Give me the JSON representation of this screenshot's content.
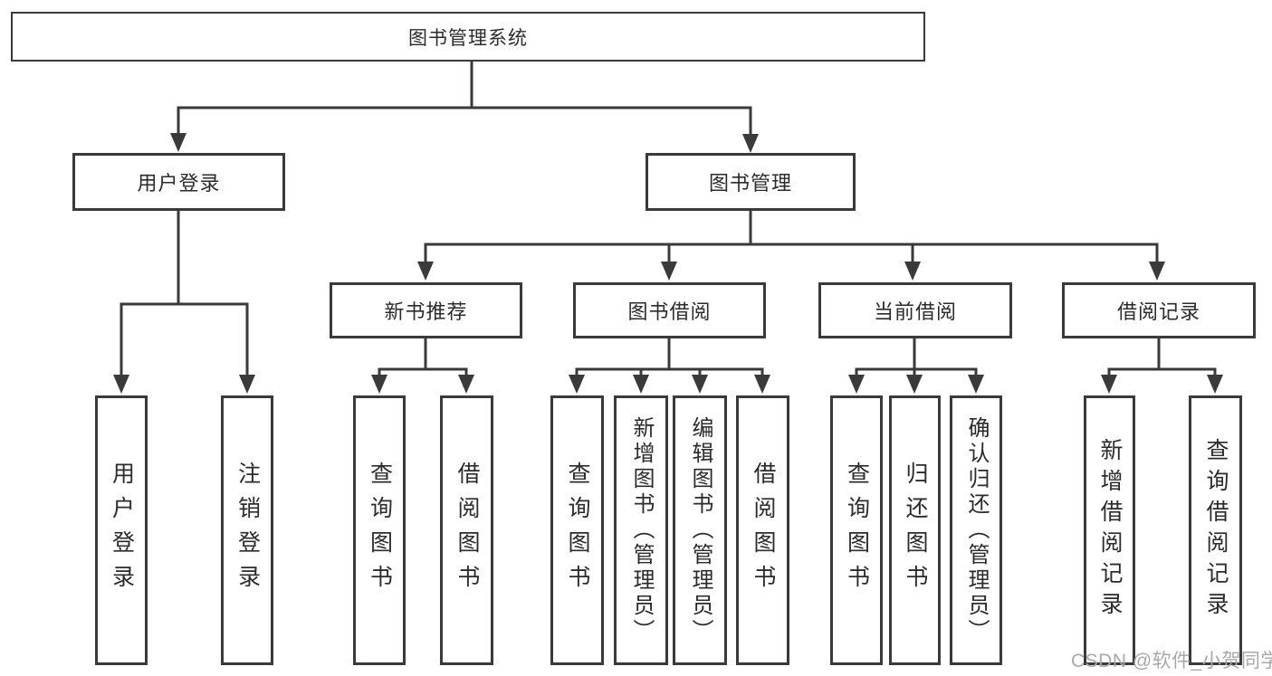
{
  "diagram": {
    "root": {
      "label": "图书管理系统"
    },
    "level2": {
      "user_login": {
        "label": "用户登录"
      },
      "book_mgmt": {
        "label": "图书管理"
      }
    },
    "level3": {
      "new_book_rec": {
        "label": "新书推荐"
      },
      "book_borrow": {
        "label": "图书借阅"
      },
      "current_borrow": {
        "label": "当前借阅"
      },
      "borrow_record": {
        "label": "借阅记录"
      }
    },
    "level4": {
      "user_login_children": {
        "login": {
          "label": "用户登录"
        },
        "logout": {
          "label": "注销登录"
        }
      },
      "new_book_rec_children": {
        "query": {
          "label": "查询图书"
        },
        "borrow": {
          "label": "借阅图书"
        }
      },
      "book_borrow_children": {
        "query": {
          "label": "查询图书"
        },
        "add": {
          "label": "新增图书（管理员）"
        },
        "edit": {
          "label": "编辑图书（管理员）"
        },
        "borrow": {
          "label": "借阅图书"
        }
      },
      "current_borrow_children": {
        "query": {
          "label": "查询图书"
        },
        "return": {
          "label": "归还图书"
        },
        "confirm_return": {
          "label": "确认归还（管理员）"
        }
      },
      "borrow_record_children": {
        "add": {
          "label": "新增借阅记录"
        },
        "query": {
          "label": "查询借阅记录"
        }
      }
    }
  },
  "watermark": {
    "text": "CSDN @软件_小贺同学"
  },
  "colors": {
    "line": "#3a3a3a",
    "text": "#2b2b2b",
    "watermark": "#a8a8a8",
    "background": "#ffffff"
  }
}
